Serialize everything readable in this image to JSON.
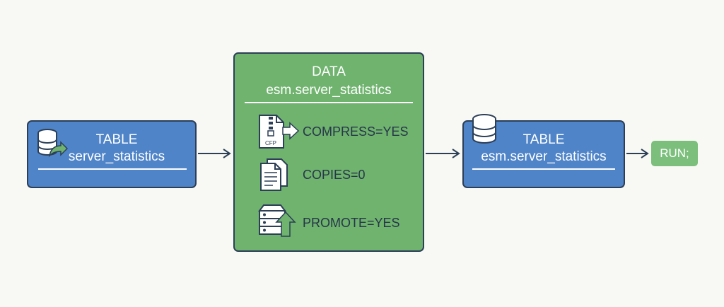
{
  "source": {
    "type_label": "TABLE",
    "name": "server_statistics",
    "icon": "database-arrow-icon"
  },
  "data_block": {
    "type_label": "DATA",
    "name": "esm.server_statistics",
    "options": [
      {
        "text": "COMPRESS=YES",
        "icon": "compressed-file-icon",
        "icon_text": "CFP"
      },
      {
        "text": "COPIES=0",
        "icon": "documents-icon"
      },
      {
        "text": "PROMOTE=YES",
        "icon": "server-upload-icon"
      }
    ]
  },
  "target": {
    "type_label": "TABLE",
    "name": "esm.server_statistics",
    "icon": "database-icon"
  },
  "run": {
    "label": "RUN;"
  },
  "colors": {
    "table_box": "#4f84c8",
    "data_box": "#6fb36e",
    "run_box": "#7cbf7d",
    "border": "#2c3f57",
    "arrow": "#2c3f57"
  }
}
